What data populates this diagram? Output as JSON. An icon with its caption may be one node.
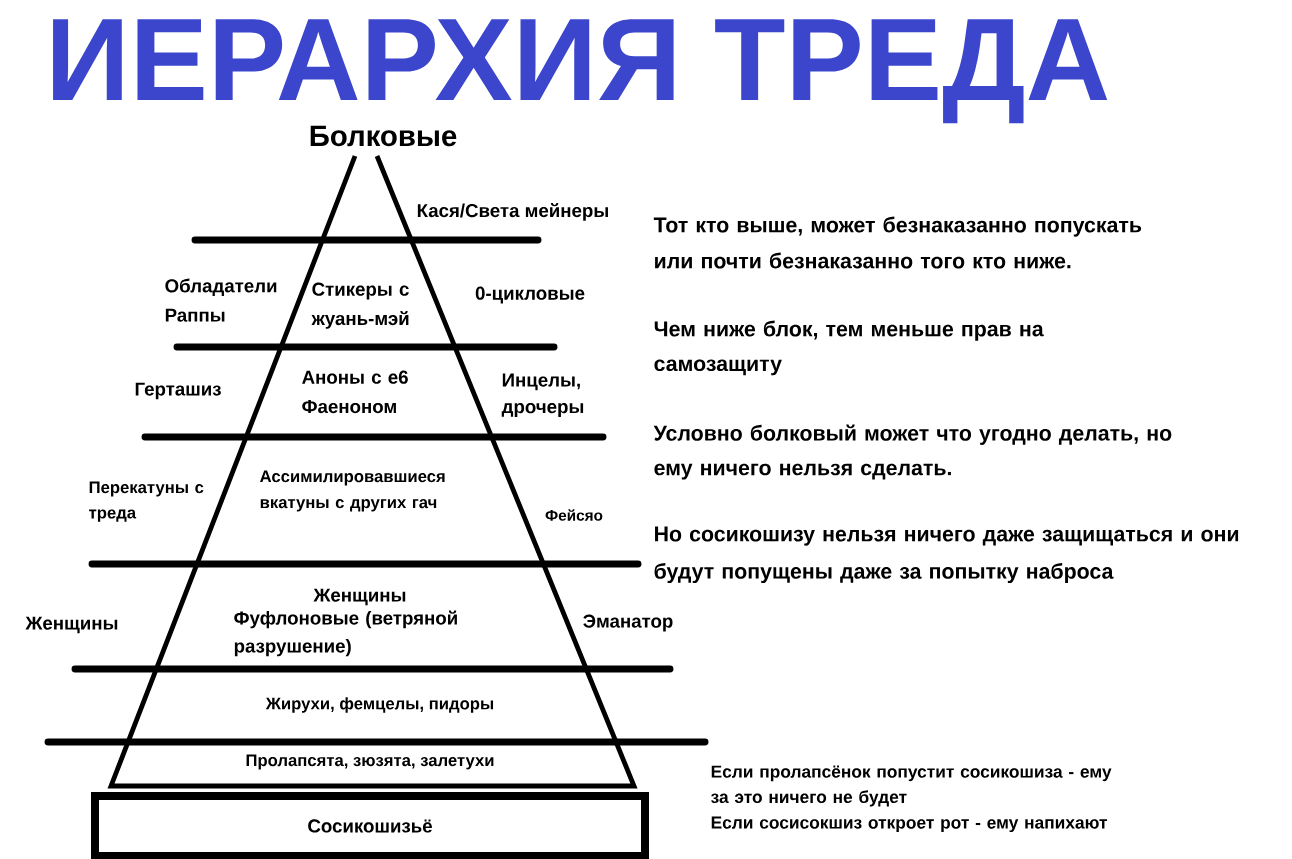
{
  "diagram": {
    "title": "ИЕРАРХИЯ ТРЕДА",
    "nodes": [
      {
        "text": [
          "Болковые"
        ],
        "beside": [
          "Кася/Света мейнеры"
        ]
      },
      {
        "text": [
          "Стикеры с жуань-мэй"
        ],
        "beside": [
          "Обладатели Раппы",
          "0-цикловые"
        ]
      },
      {
        "text": [
          "Аноны с е6 Фаеноном"
        ],
        "beside": [
          "Герташиз",
          "Инцелы, дрочеры"
        ]
      },
      {
        "text": [
          "Ассимилировавшиеся вкатуны с других гач"
        ],
        "beside": [
          "Перекатуны с треда",
          "Фейсяо"
        ]
      },
      {
        "text": [
          "Женщины",
          "Фуфлоновые (ветряной разрушение)"
        ],
        "beside": [
          "Женщины",
          "Эманатор"
        ]
      },
      {
        "text": [
          "Жирухи, фемцелы, пидоры"
        ]
      },
      {
        "text": [
          "Пролапсята, зюзята, залетухи"
        ]
      },
      {
        "text": [
          "Сосикошизьё"
        ]
      }
    ],
    "labels": [
      "Тот кто выше, может безнаказанно попускать или почти безнаказанно того кто ниже.",
      "Чем ниже блок, тем меньше прав на самозащиту",
      "Условно болковый может что угодно делать, но ему ничего нельзя сделать.",
      "Но сосикошизу нельзя ничего даже защищаться и они будут попущены даже за попытку наброса",
      "Если пролапсёнок попустит сосикошиза - ему за это ничего не будет",
      "Если сосисокшиз откроет рот - ему напихают"
    ]
  }
}
